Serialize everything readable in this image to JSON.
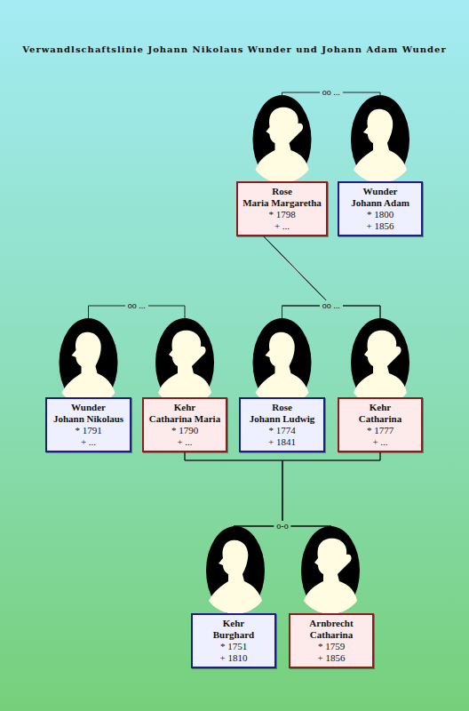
{
  "diagram": {
    "title": "Verwandlschaftslinie Johann Nikolaus Wunder und Johann Adam Wunder",
    "nodes": [
      {
        "text": [
          "Rose",
          "Maria Margaretha",
          "* 1798",
          "+ ..."
        ]
      },
      {
        "text": [
          "Wunder",
          "Johann Adam",
          "* 1800",
          "+ 1856"
        ]
      },
      {
        "text": [
          "Wunder",
          "Johann Nikolaus",
          "* 1791",
          "+ ..."
        ]
      },
      {
        "text": [
          "Kehr",
          "Catharina Maria",
          "* 1790",
          "+ ..."
        ]
      },
      {
        "text": [
          "Rose",
          "Johann Ludwig",
          "* 1774",
          "+ 1841"
        ]
      },
      {
        "text": [
          "Kehr",
          "Catharina",
          "* 1777",
          "+ ..."
        ]
      },
      {
        "text": [
          "Kehr",
          "Burghard",
          "* 1751",
          "+ 1810"
        ]
      },
      {
        "text": [
          "Arnbrecht",
          "Catharina",
          "* 1759",
          "+ 1856"
        ]
      }
    ],
    "edges": [
      {
        "from": 0,
        "to": 1,
        "arrow": "none",
        "label": "oo ..."
      },
      {
        "from": 2,
        "to": 3,
        "arrow": "none",
        "label": "oo ..."
      },
      {
        "from": 4,
        "to": 5,
        "arrow": "none",
        "label": "oo ..."
      },
      {
        "from": 6,
        "to": 7,
        "arrow": "none",
        "label": "o-o"
      },
      {
        "from": 0,
        "to": 4,
        "arrow": "none"
      },
      {
        "from": 0,
        "to": 5,
        "arrow": "none"
      },
      {
        "from": 3,
        "to": 6,
        "arrow": "none"
      },
      {
        "from": 3,
        "to": 7,
        "arrow": "none"
      },
      {
        "from": 5,
        "to": 6,
        "arrow": "none"
      },
      {
        "from": 5,
        "to": 7,
        "arrow": "none"
      }
    ]
  }
}
